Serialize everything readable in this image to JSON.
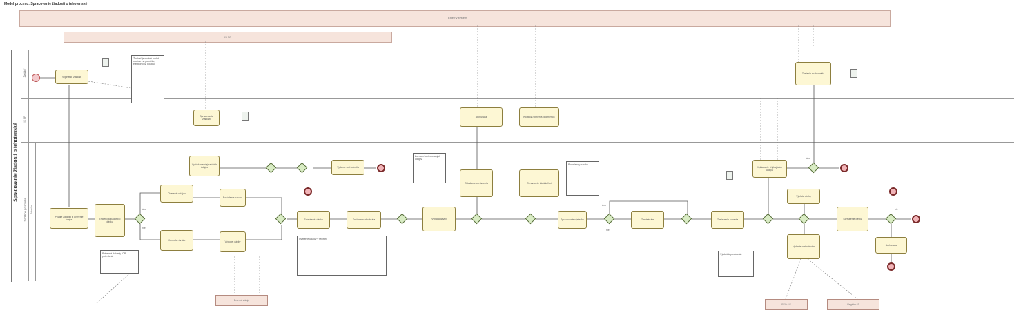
{
  "diagram": {
    "title": "Model procesu: Spracovanie žiadosti o tehotenské",
    "pool_label": "Spracovanie žiadosti o tehotenské",
    "lane_group_label": "Sociálna poisťovňa",
    "lanes": [
      "Žiadateľ",
      "IS SP",
      "Pobočka"
    ],
    "top_participant": "Externý systém",
    "second_participant": "IS SP",
    "bottom_store": "Externé zdroje",
    "store_a": "RFO / IS",
    "store_b": "Register IS",
    "tasks": [
      "Vyplnenie žiadosti",
      "Prijatie žiadosti a overenie údajov",
      "Evidencia žiadosti o dávku",
      "Spracovanie žiadosti",
      "Overenie údajov",
      "Kontrola nároku",
      "Vyžiadanie chýbajúcich údajov",
      "Posúdenie nároku",
      "Výpočet dávky",
      "Schválenie dávky",
      "Vydanie rozhodnutia",
      "Zaslanie rozhodnutia",
      "Výplata dávky",
      "Archivácia",
      "Odoslanie oznámenia",
      "Kontrola splnenia podmienok",
      "Oznámenie žiadateľovi",
      "Spracovanie výsledku",
      "Zamietnutie",
      "Zastavenie konania"
    ],
    "notes": [
      "Žiadosť je možné podať: osobne na pobočke, elektronicky, poštou",
      "Potrebné doklady: OP, potvrdenie",
      "Overenie údajov v registri",
      "Zoznam kontrolovaných údajov",
      "Podmienky nároku",
      "Výsledok posúdenia"
    ],
    "edge_labels": [
      "áno",
      "nie",
      "áno",
      "nie",
      "áno",
      "nie"
    ]
  }
}
